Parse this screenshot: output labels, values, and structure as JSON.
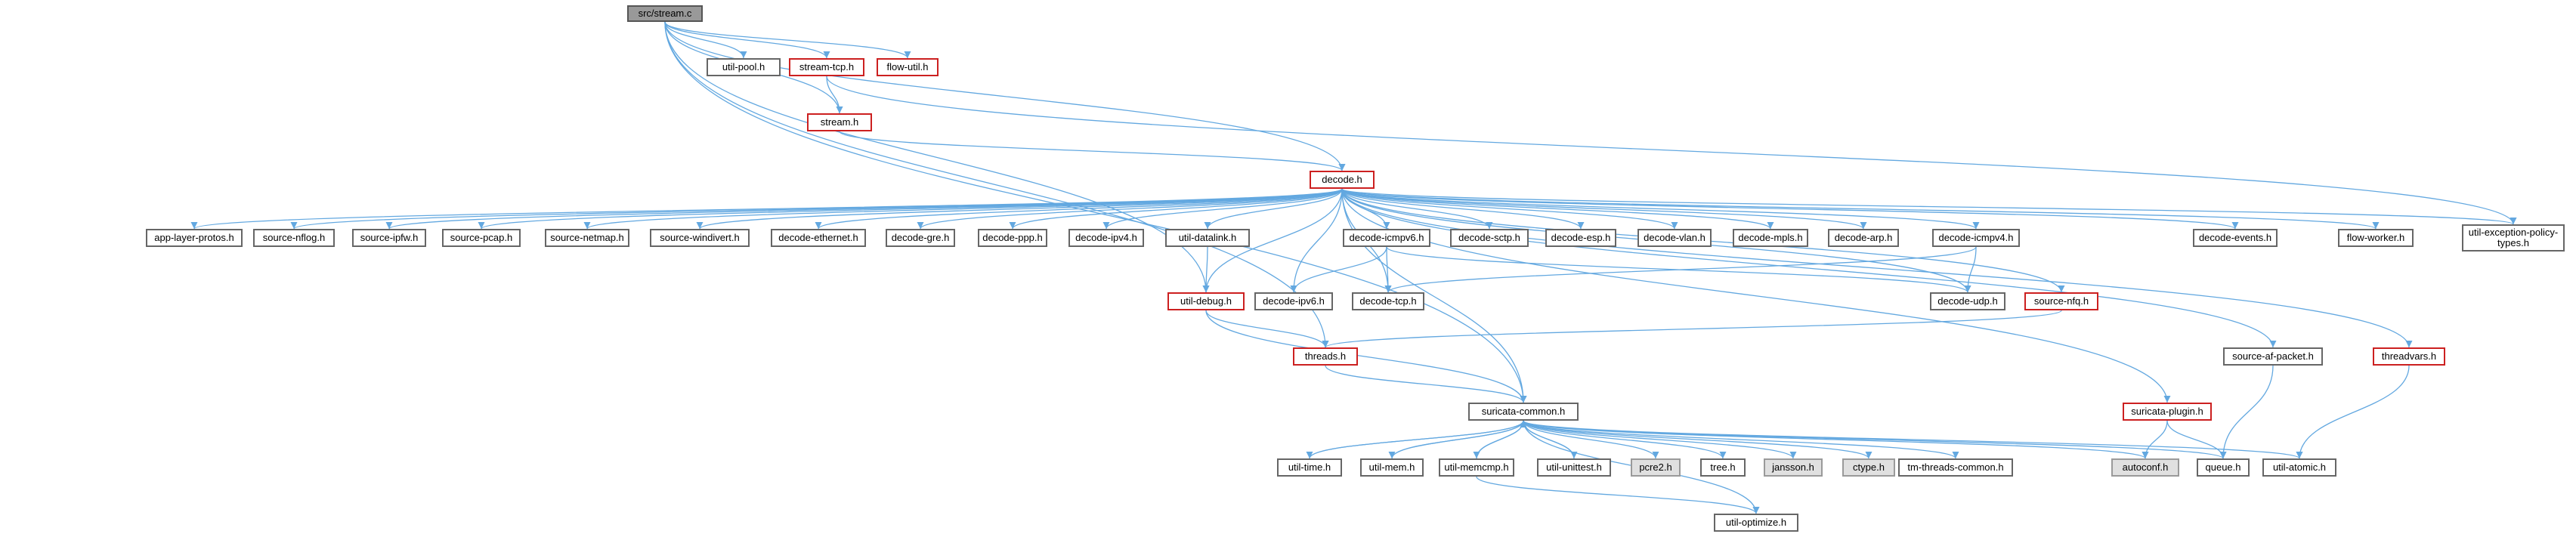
{
  "diagram": {
    "nodes": [
      {
        "id": "stream_c",
        "label": "src/stream.c",
        "style": "dark"
      },
      {
        "id": "util_pool",
        "label": "util-pool.h",
        "style": "normal"
      },
      {
        "id": "stream_tcp",
        "label": "stream-tcp.h",
        "style": "red"
      },
      {
        "id": "flow_util",
        "label": "flow-util.h",
        "style": "red"
      },
      {
        "id": "stream_h",
        "label": "stream.h",
        "style": "red"
      },
      {
        "id": "decode_h",
        "label": "decode.h",
        "style": "red"
      },
      {
        "id": "app_layer_protos",
        "label": "app-layer-protos.h",
        "style": "normal"
      },
      {
        "id": "source_nflog",
        "label": "source-nflog.h",
        "style": "normal"
      },
      {
        "id": "source_ipfw",
        "label": "source-ipfw.h",
        "style": "normal"
      },
      {
        "id": "source_pcap",
        "label": "source-pcap.h",
        "style": "normal"
      },
      {
        "id": "source_netmap",
        "label": "source-netmap.h",
        "style": "normal"
      },
      {
        "id": "source_windivert",
        "label": "source-windivert.h",
        "style": "normal"
      },
      {
        "id": "decode_ethernet",
        "label": "decode-ethernet.h",
        "style": "normal"
      },
      {
        "id": "decode_gre",
        "label": "decode-gre.h",
        "style": "normal"
      },
      {
        "id": "decode_ppp",
        "label": "decode-ppp.h",
        "style": "normal"
      },
      {
        "id": "decode_ipv4",
        "label": "decode-ipv4.h",
        "style": "normal"
      },
      {
        "id": "util_datalink",
        "label": "util-datalink.h",
        "style": "normal"
      },
      {
        "id": "decode_icmpv6",
        "label": "decode-icmpv6.h",
        "style": "normal"
      },
      {
        "id": "decode_sctp",
        "label": "decode-sctp.h",
        "style": "normal"
      },
      {
        "id": "decode_esp",
        "label": "decode-esp.h",
        "style": "normal"
      },
      {
        "id": "decode_vlan",
        "label": "decode-vlan.h",
        "style": "normal"
      },
      {
        "id": "decode_mpls",
        "label": "decode-mpls.h",
        "style": "normal"
      },
      {
        "id": "decode_arp",
        "label": "decode-arp.h",
        "style": "normal"
      },
      {
        "id": "decode_icmpv4",
        "label": "decode-icmpv4.h",
        "style": "normal"
      },
      {
        "id": "decode_events",
        "label": "decode-events.h",
        "style": "normal"
      },
      {
        "id": "flow_worker",
        "label": "flow-worker.h",
        "style": "normal"
      },
      {
        "id": "util_exception",
        "label": "util-exception-policy-types.h",
        "style": "normal"
      },
      {
        "id": "util_debug",
        "label": "util-debug.h",
        "style": "red"
      },
      {
        "id": "decode_ipv6",
        "label": "decode-ipv6.h",
        "style": "normal"
      },
      {
        "id": "decode_tcp",
        "label": "decode-tcp.h",
        "style": "normal"
      },
      {
        "id": "decode_udp",
        "label": "decode-udp.h",
        "style": "normal"
      },
      {
        "id": "source_nfq",
        "label": "source-nfq.h",
        "style": "red"
      },
      {
        "id": "source_af_packet",
        "label": "source-af-packet.h",
        "style": "normal"
      },
      {
        "id": "threadvars",
        "label": "threadvars.h",
        "style": "red"
      },
      {
        "id": "threads",
        "label": "threads.h",
        "style": "red"
      },
      {
        "id": "suricata_common",
        "label": "suricata-common.h",
        "style": "normal"
      },
      {
        "id": "suricata_plugin",
        "label": "suricata-plugin.h",
        "style": "red"
      },
      {
        "id": "util_time",
        "label": "util-time.h",
        "style": "normal"
      },
      {
        "id": "util_mem",
        "label": "util-mem.h",
        "style": "normal"
      },
      {
        "id": "util_memcmp",
        "label": "util-memcmp.h",
        "style": "normal"
      },
      {
        "id": "util_unittest",
        "label": "util-unittest.h",
        "style": "normal"
      },
      {
        "id": "pcre2",
        "label": "pcre2.h",
        "style": "grey"
      },
      {
        "id": "tree",
        "label": "tree.h",
        "style": "normal"
      },
      {
        "id": "jansson",
        "label": "jansson.h",
        "style": "grey"
      },
      {
        "id": "ctype",
        "label": "ctype.h",
        "style": "grey"
      },
      {
        "id": "tm_threads_common",
        "label": "tm-threads-common.h",
        "style": "normal"
      },
      {
        "id": "autoconf",
        "label": "autoconf.h",
        "style": "grey"
      },
      {
        "id": "queue",
        "label": "queue.h",
        "style": "normal"
      },
      {
        "id": "util_atomic",
        "label": "util-atomic.h",
        "style": "normal"
      },
      {
        "id": "util_optimize",
        "label": "util-optimize.h",
        "style": "normal"
      }
    ],
    "edges": [
      [
        "stream_c",
        "util_pool"
      ],
      [
        "stream_c",
        "stream_tcp"
      ],
      [
        "stream_c",
        "flow_util"
      ],
      [
        "stream_c",
        "stream_h"
      ],
      [
        "stream_c",
        "decode_h"
      ],
      [
        "stream_c",
        "util_debug"
      ],
      [
        "stream_c",
        "threads"
      ],
      [
        "stream_c",
        "suricata_common"
      ],
      [
        "stream_tcp",
        "stream_h"
      ],
      [
        "stream_tcp",
        "util_exception"
      ],
      [
        "stream_h",
        "decode_h"
      ],
      [
        "decode_h",
        "app_layer_protos"
      ],
      [
        "decode_h",
        "source_nflog"
      ],
      [
        "decode_h",
        "source_ipfw"
      ],
      [
        "decode_h",
        "source_pcap"
      ],
      [
        "decode_h",
        "source_netmap"
      ],
      [
        "decode_h",
        "source_windivert"
      ],
      [
        "decode_h",
        "decode_ethernet"
      ],
      [
        "decode_h",
        "decode_gre"
      ],
      [
        "decode_h",
        "decode_ppp"
      ],
      [
        "decode_h",
        "decode_ipv4"
      ],
      [
        "decode_h",
        "util_datalink"
      ],
      [
        "decode_h",
        "decode_icmpv6"
      ],
      [
        "decode_h",
        "decode_sctp"
      ],
      [
        "decode_h",
        "decode_esp"
      ],
      [
        "decode_h",
        "decode_vlan"
      ],
      [
        "decode_h",
        "decode_mpls"
      ],
      [
        "decode_h",
        "decode_arp"
      ],
      [
        "decode_h",
        "decode_icmpv4"
      ],
      [
        "decode_h",
        "decode_events"
      ],
      [
        "decode_h",
        "flow_worker"
      ],
      [
        "decode_h",
        "util_exception"
      ],
      [
        "decode_h",
        "util_debug"
      ],
      [
        "decode_h",
        "decode_ipv6"
      ],
      [
        "decode_h",
        "decode_tcp"
      ],
      [
        "decode_h",
        "decode_udp"
      ],
      [
        "decode_h",
        "source_nfq"
      ],
      [
        "decode_h",
        "source_af_packet"
      ],
      [
        "decode_h",
        "threadvars"
      ],
      [
        "decode_h",
        "suricata_common"
      ],
      [
        "decode_h",
        "suricata_plugin"
      ],
      [
        "util_datalink",
        "util_debug"
      ],
      [
        "decode_icmpv6",
        "decode_ipv6"
      ],
      [
        "decode_icmpv6",
        "decode_tcp"
      ],
      [
        "decode_icmpv6",
        "decode_udp"
      ],
      [
        "decode_icmpv4",
        "decode_tcp"
      ],
      [
        "decode_icmpv4",
        "decode_udp"
      ],
      [
        "util_debug",
        "threads"
      ],
      [
        "util_debug",
        "suricata_common"
      ],
      [
        "source_nfq",
        "threads"
      ],
      [
        "threads",
        "suricata_common"
      ],
      [
        "threadvars",
        "util_atomic"
      ],
      [
        "source_af_packet",
        "queue"
      ],
      [
        "suricata_plugin",
        "autoconf"
      ],
      [
        "suricata_plugin",
        "queue"
      ],
      [
        "suricata_common",
        "util_time"
      ],
      [
        "suricata_common",
        "util_mem"
      ],
      [
        "suricata_common",
        "util_memcmp"
      ],
      [
        "suricata_common",
        "util_unittest"
      ],
      [
        "suricata_common",
        "pcre2"
      ],
      [
        "suricata_common",
        "tree"
      ],
      [
        "suricata_common",
        "jansson"
      ],
      [
        "suricata_common",
        "ctype"
      ],
      [
        "suricata_common",
        "tm_threads_common"
      ],
      [
        "suricata_common",
        "autoconf"
      ],
      [
        "suricata_common",
        "queue"
      ],
      [
        "suricata_common",
        "util_atomic"
      ],
      [
        "suricata_common",
        "util_optimize"
      ],
      [
        "util_mem",
        "suricata_common"
      ],
      [
        "util_memcmp",
        "suricata_common"
      ],
      [
        "util_unittest",
        "suricata_common"
      ],
      [
        "util_time",
        "suricata_common"
      ],
      [
        "util_memcmp",
        "util_optimize"
      ]
    ],
    "colors": {
      "edge": "#63a8e0",
      "red_border": "#cc2020",
      "grey_fill": "#e0e0e0",
      "root_fill": "#999999"
    }
  }
}
